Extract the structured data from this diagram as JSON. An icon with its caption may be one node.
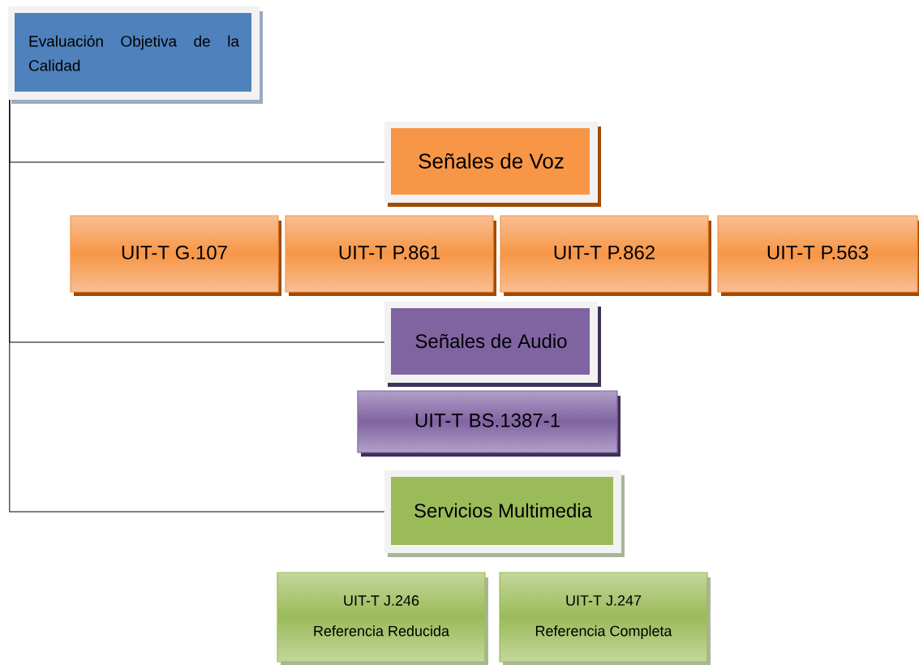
{
  "diagram": {
    "nodes": [
      {
        "text": [
          "Evaluación Objetiva de la Calidad"
        ]
      },
      {
        "text": [
          "Señales de Voz"
        ]
      },
      {
        "text": [
          "UIT-T G.107"
        ]
      },
      {
        "text": [
          "UIT-T P.861"
        ]
      },
      {
        "text": [
          "UIT-T P.862"
        ]
      },
      {
        "text": [
          "UIT-T P.563"
        ]
      },
      {
        "text": [
          "Señales de Audio"
        ]
      },
      {
        "text": [
          "UIT-T BS.1387-1"
        ]
      },
      {
        "text": [
          "Servicios Multimedia"
        ]
      },
      {
        "text": [
          "UIT-T J.246",
          "Referencia Reducida"
        ]
      },
      {
        "text": [
          "UIT-T J.247",
          "Referencia Completa"
        ]
      }
    ],
    "edges": [
      {
        "from": 0,
        "to": 1,
        "arrow": "none"
      },
      {
        "from": 0,
        "to": 6,
        "arrow": "none"
      },
      {
        "from": 0,
        "to": 8,
        "arrow": "none"
      }
    ]
  }
}
